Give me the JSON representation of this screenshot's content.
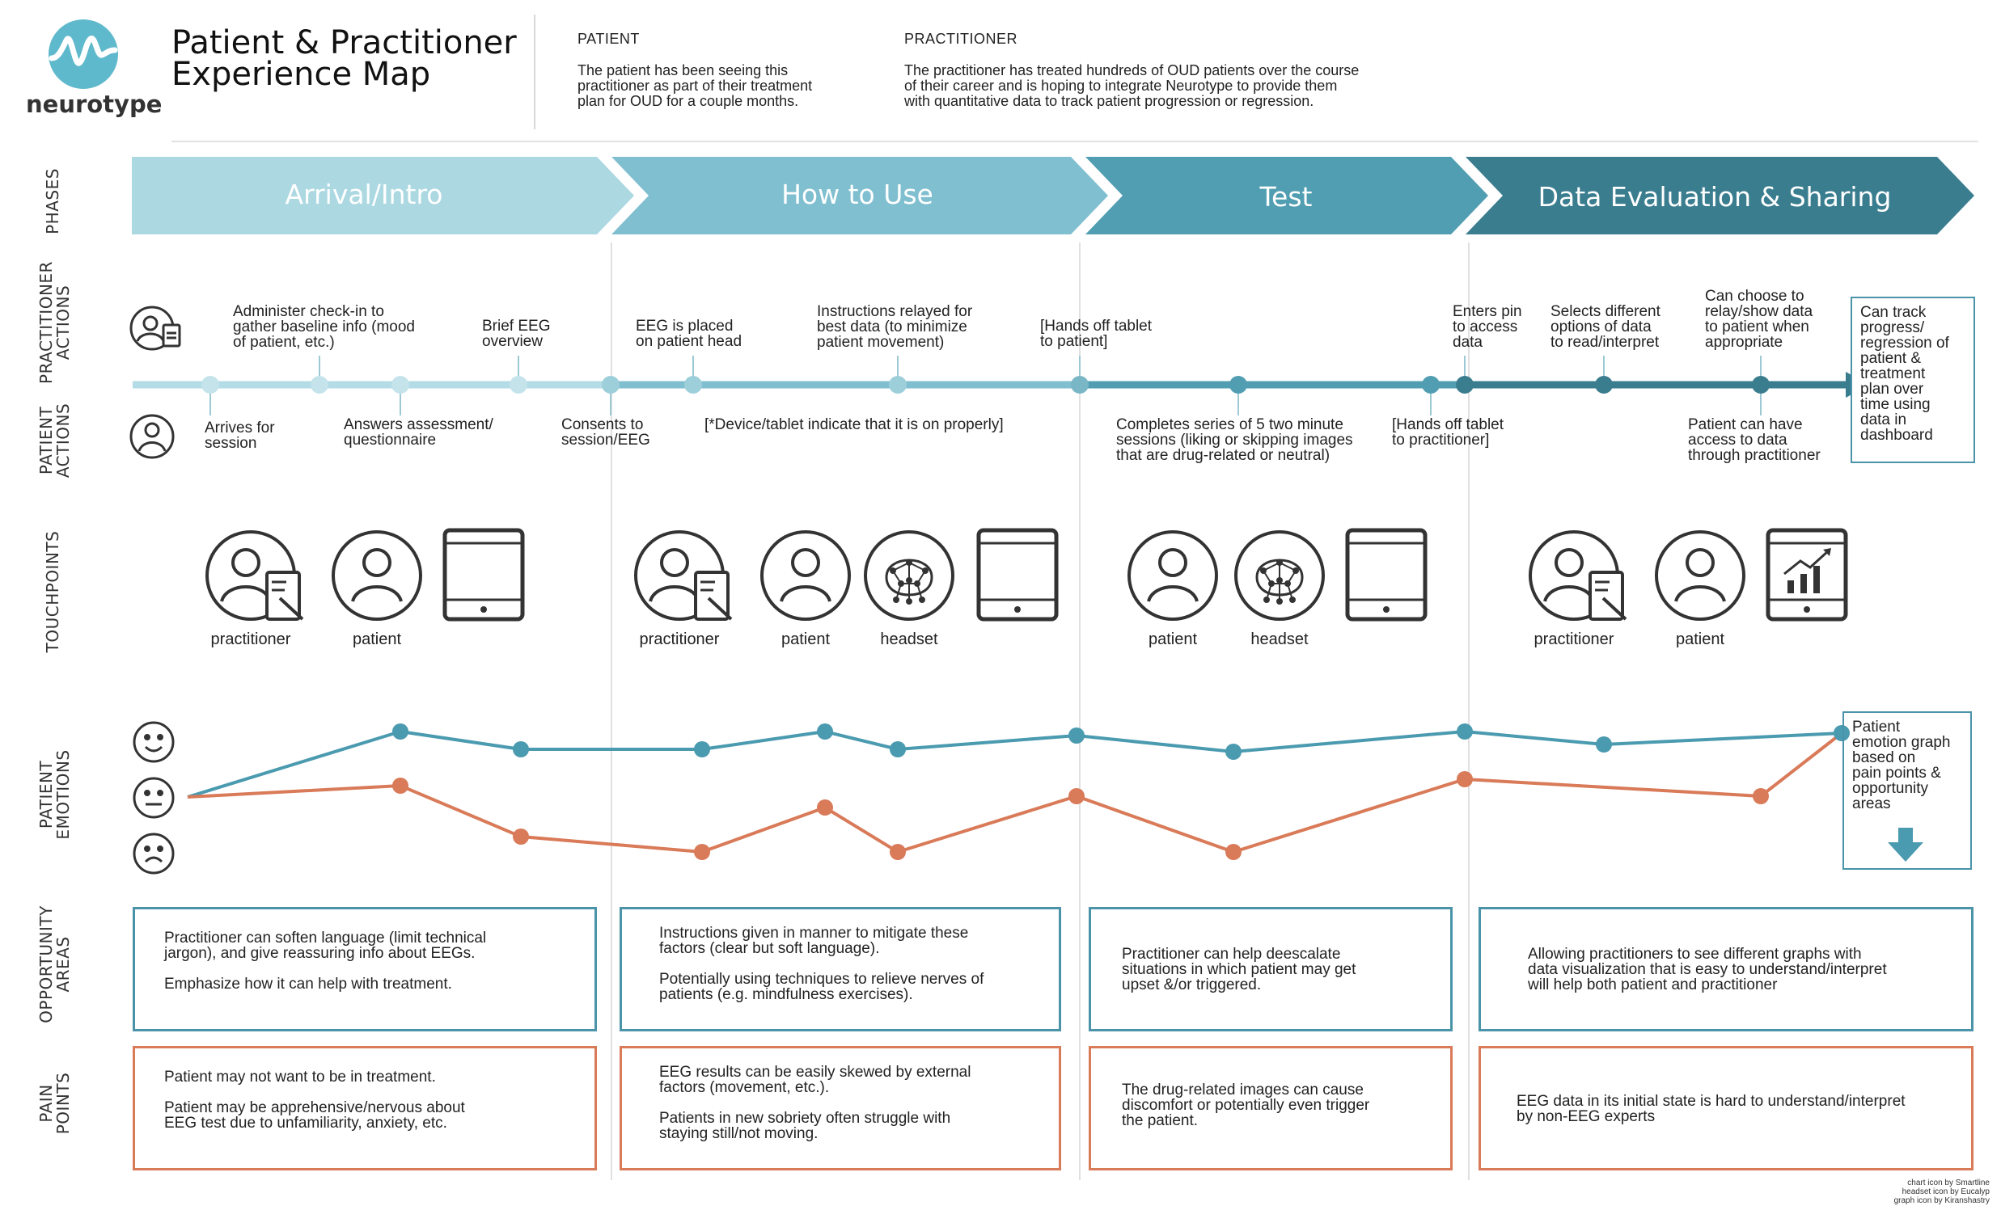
{
  "brand": {
    "name": "neurotype"
  },
  "title": "Patient & Practitioner\nExperience  Map",
  "header": {
    "patient_label": "PATIENT",
    "patient_text": "The patient has been seeing this\npractitioner as part of their treatment\nplan for OUD for a couple months.",
    "practitioner_label": "PRACTITIONER",
    "practitioner_text": "The practitioner has treated hundreds of OUD patients over the course\nof their career and is hoping to integrate Neurotype to provide them\nwith quantitative data to track patient progression or regression."
  },
  "row_labels": {
    "phases": "PHASES",
    "practitioner_actions": "PRACTITIONER\nACTIONS",
    "patient_actions": "PATIENT\nACTIONS",
    "touchpoints": "TOUCHPOINTS",
    "patient_emotions": "PATIENT\nEMOTIONS",
    "opportunity_areas": "OPPORTUNITY\nAREAS",
    "pain_points": "PAIN\nPOINTS"
  },
  "phases": [
    "Arrival/Intro",
    "How to Use",
    "Test",
    "Data Evaluation & Sharing"
  ],
  "colors": {
    "phase1": "#acd8e2",
    "phase2": "#80bfd0",
    "phase3": "#519eb2",
    "phase4": "#3a7d8f",
    "positive": "#4a9ab0",
    "negative": "#d97a58",
    "timeline_light": "#b3dce6"
  },
  "practitioner_actions": [
    "Administer check-in to\ngather baseline info (mood\nof patient, etc.)",
    "Brief EEG\noverview",
    "EEG is placed\non patient head",
    "Instructions relayed for\nbest data (to minimize\npatient movement)",
    "[Hands off tablet\nto patient]",
    "Enters pin\nto access\ndata",
    "Selects different\noptions of data\nto read/interpret",
    "Can choose to\nrelay/show data\nto patient when\nappropriate"
  ],
  "patient_actions": [
    "Arrives for\nsession",
    "Answers assessment/\nquestionnaire",
    "Consents to\nsession/EEG",
    "[*Device/tablet indicate that it is on properly]",
    "Completes series of 5 two minute\nsessions (liking or skipping images\nthat are drug-related or neutral)",
    "[Hands off tablet\nto practitioner]",
    "Patient can have\naccess to data\nthrough practitioner"
  ],
  "end_callout": "Can track\nprogress/\nregression of\npatient &\ntreatment\nplan over\ntime using\ndata in\ndashboard",
  "touchpoints": [
    {
      "icon": "practitioner-icon",
      "label": "practitioner"
    },
    {
      "icon": "patient-icon",
      "label": "patient"
    },
    {
      "icon": "tablet-icon",
      "label": ""
    },
    {
      "icon": "practitioner-icon",
      "label": "practitioner"
    },
    {
      "icon": "patient-icon",
      "label": "patient"
    },
    {
      "icon": "headset-icon",
      "label": "headset"
    },
    {
      "icon": "tablet-icon",
      "label": ""
    },
    {
      "icon": "patient-icon",
      "label": "patient"
    },
    {
      "icon": "headset-icon",
      "label": "headset"
    },
    {
      "icon": "tablet-icon",
      "label": ""
    },
    {
      "icon": "practitioner-icon",
      "label": "practitioner"
    },
    {
      "icon": "patient-icon",
      "label": "patient"
    },
    {
      "icon": "tablet-chart-icon",
      "label": ""
    }
  ],
  "emotion_callout": "Patient\nemotion graph\nbased on\npain points &\nopportunity\nareas",
  "opportunity_areas": [
    "Practitioner can soften language (limit technical\njargon), and give reassuring info about EEGs.\n\nEmphasize how it can help with treatment.",
    "Instructions given in manner to mitigate these\nfactors (clear but soft language).\n\nPotentially using techniques to relieve nerves of\npatients (e.g. mindfulness exercises).",
    "Practitioner can help deescalate\nsituations in which patient may get\nupset &/or triggered.",
    "Allowing practitioners to see different graphs with\ndata visualization that is easy to understand/interpret\nwill help both patient and practitioner"
  ],
  "pain_points": [
    "Patient may not want to be in treatment.\n\nPatient may be apprehensive/nervous about\nEEG test due to unfamiliarity, anxiety, etc.",
    "EEG results can be easily skewed by external\nfactors (movement, etc.).\n\nPatients in new sobriety often struggle with\nstaying still/not moving.",
    "The drug-related images can cause\ndiscomfort or potentially even trigger\nthe patient.",
    "EEG data in its initial state is hard to understand/interpret\nby non-EEG experts"
  ],
  "credits": "chart icon by Smartline\nheadset icon by Eucalyp\ngraph icon by Kiranshastry"
}
